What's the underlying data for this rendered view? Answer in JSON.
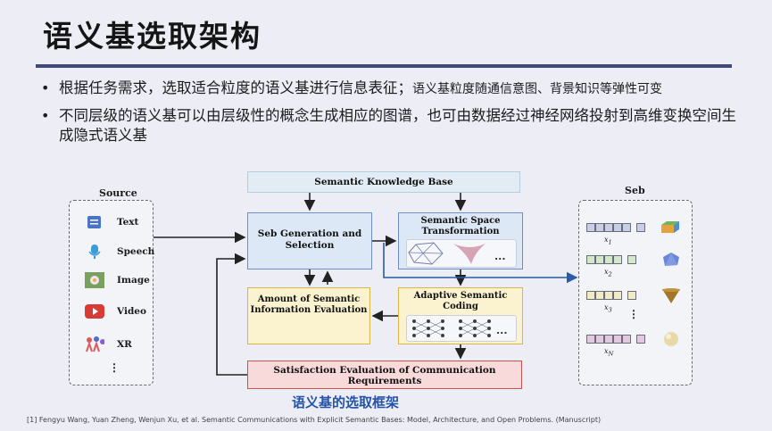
{
  "slide": {
    "title": "语义基选取架构",
    "bullets": [
      {
        "main": "根据任务需求，选取适合粒度的语义基进行信息表征；",
        "small": "语义基粒度随通信意图、背景知识等弹性可变"
      },
      {
        "main": "不同层级的语义基可以由层级性的概念生成相应的图谱，也可由数据经过神经网络投射到高维变换空间生成隐式语义基",
        "small": ""
      }
    ]
  },
  "diagram": {
    "source_header": "Source",
    "sources": [
      {
        "label": "Text",
        "icon": "document-icon"
      },
      {
        "label": "Speech",
        "icon": "microphone-icon"
      },
      {
        "label": "Image",
        "icon": "photo-icon"
      },
      {
        "label": "Video",
        "icon": "video-play-icon"
      },
      {
        "label": "XR",
        "icon": "xr-figures-icon"
      }
    ],
    "source_ellipsis": "⋮",
    "knowledge_base": "Semantic Knowledge Base",
    "seb_generation": "Seb Generation and Selection",
    "space_transformation": "Semantic Space Transformation",
    "amount_evaluation": "Amount of Semantic Information Evaluation",
    "adaptive_coding": "Adaptive Semantic Coding",
    "satisfaction": "Satisfaction Evaluation of Communication Requirements",
    "inner_ellipsis": "...",
    "seb_header": "Seb",
    "seb_rows": [
      {
        "label": "x",
        "sub": "1",
        "cube_color": "#c7cfe6",
        "shape": "colored-cube-icon"
      },
      {
        "label": "x",
        "sub": "2",
        "cube_color": "#d2e8c8",
        "shape": "blue-polyhedron-icon"
      },
      {
        "label": "x",
        "sub": "3",
        "cube_color": "#f0ebc4",
        "shape": "brown-cone-icon"
      },
      {
        "label": "x",
        "sub": "N",
        "cube_color": "#e2c9e0",
        "shape": "beige-sphere-icon"
      }
    ],
    "seb_ellipsis": "⋮",
    "caption": "语义基的选取框架"
  },
  "reference": "[1] Fengyu Wang, Yuan Zheng, Wenjun Xu, et al. Semantic Communications with Explicit Semantic Bases: Model, Architecture, and Open Problems. (Manuscript)",
  "colors": {
    "rule": "#3f4a78",
    "caption": "#2553a8",
    "blue_box": "#dde8f6",
    "yellow_box": "#fbf3cf",
    "red_box": "#f9dada"
  }
}
